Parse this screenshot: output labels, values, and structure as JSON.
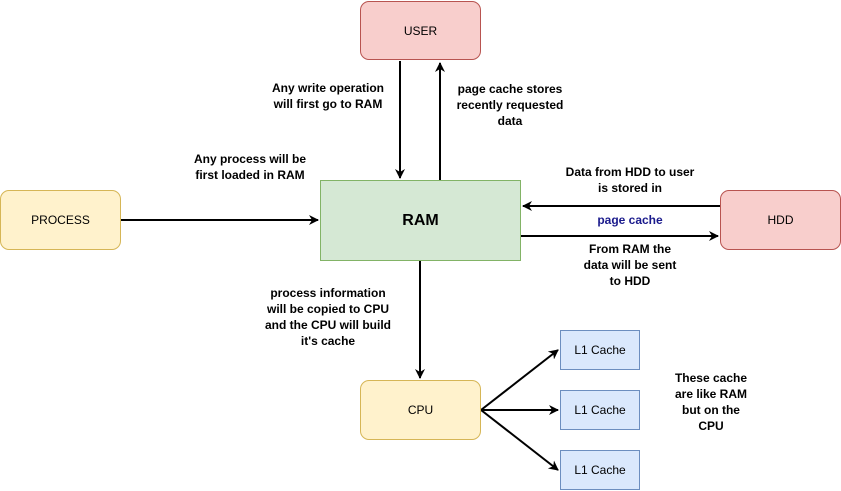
{
  "nodes": {
    "user": "USER",
    "process": "PROCESS",
    "ram": "RAM",
    "hdd": "HDD",
    "cpu": "CPU",
    "l1_caches": [
      "L1 Cache",
      "L1 Cache",
      "L1 Cache"
    ]
  },
  "labels": {
    "write_to_ram": "Any write operation\nwill first go to RAM",
    "page_cache_stores": "page cache stores\nrecently requested\ndata",
    "process_loaded": "Any process will be\nfirst loaded in RAM",
    "hdd_to_user_prefix": "Data from HDD to user\nis stored in",
    "hdd_to_user_highlight": "page cache",
    "ram_to_hdd": "From RAM the\ndata will be sent\nto HDD",
    "process_to_cpu": "process information\nwill be copied to CPU\nand the CPU will build\nit's cache",
    "cache_note": "These cache\nare like RAM\nbut on the\nCPU"
  },
  "colors": {
    "highlight_text": "#1a1a8c",
    "user_fill": "#f8cecc",
    "process_fill": "#fff2cc",
    "ram_fill": "#d5e8d4",
    "l1_fill": "#dae8fc"
  }
}
